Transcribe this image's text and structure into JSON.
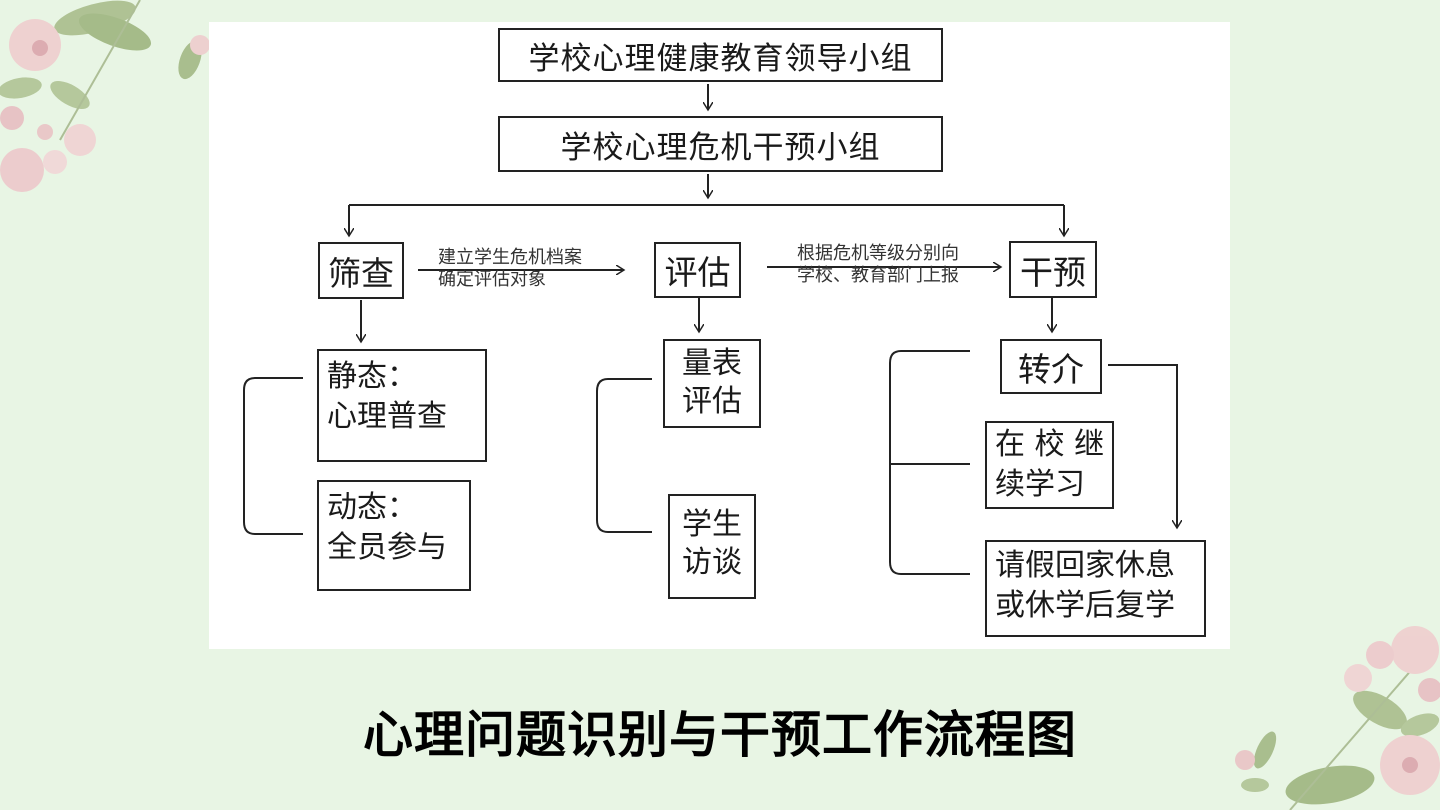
{
  "slide": {
    "title": "心理问题识别与干预工作流程图",
    "background_color": "#e8f5e4",
    "decoration": "floral-corner-illustrations"
  },
  "diagram": {
    "nodes": {
      "leadership_group": "学校心理健康教育领导小组",
      "crisis_group": "学校心理危机干预小组",
      "screening": "筛查",
      "assessment": "评估",
      "intervention": "干预",
      "static": {
        "line1": "静态：",
        "line2": "心理普查"
      },
      "dynamic": {
        "line1": "动态：",
        "line2": "全员参与"
      },
      "scale_eval": {
        "line1": "量表",
        "line2": "评估"
      },
      "student_interview": {
        "line1": "学生",
        "line2": "访谈"
      },
      "referral": "转介",
      "continue_school": {
        "line1": "在 校 继",
        "line2": "续学习"
      },
      "leave_home": {
        "line1": "请假回家休息",
        "line2": "或休学后复学"
      }
    },
    "edge_labels": {
      "screening_to_assessment": {
        "line1": "建立学生危机档案",
        "line2": "确定评估对象"
      },
      "assessment_to_intervention": {
        "line1": "根据危机等级分别向",
        "line2": "学校、教育部门上报"
      }
    }
  }
}
